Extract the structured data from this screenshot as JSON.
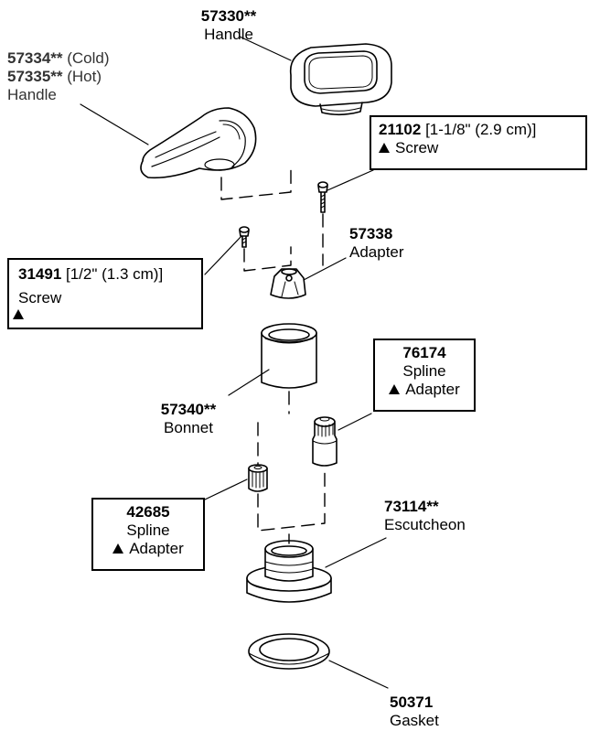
{
  "parts": {
    "p57330": {
      "number": "57330",
      "suffix": "**",
      "name": "Handle"
    },
    "p57334": {
      "number": "57334",
      "suffix": "**",
      "note": " (Cold)"
    },
    "p57335": {
      "number": "57335",
      "suffix": "**",
      "note": " (Hot)",
      "name": "Handle"
    },
    "p21102": {
      "number": "21102",
      "size": " [1-1/8\" (2.9 cm)]",
      "name": "Screw"
    },
    "p57338": {
      "number": "57338",
      "name": "Adapter"
    },
    "p31491": {
      "number": "31491",
      "size": " [1/2\" (1.3 cm)]",
      "name": "Screw"
    },
    "p57340": {
      "number": "57340",
      "suffix": "**",
      "name": "Bonnet"
    },
    "p76174": {
      "number": "76174",
      "name1": "Spline",
      "name2": "Adapter"
    },
    "p42685": {
      "number": "42685",
      "name1": "Spline",
      "name2": "Adapter"
    },
    "p73114": {
      "number": "73114",
      "suffix": "**",
      "name": "Escutcheon"
    },
    "p50371": {
      "number": "50371",
      "name": "Gasket"
    }
  },
  "icons": {
    "warning": "triangle-icon"
  },
  "colors": {
    "line": "#000000",
    "label_gray": "#333333"
  }
}
